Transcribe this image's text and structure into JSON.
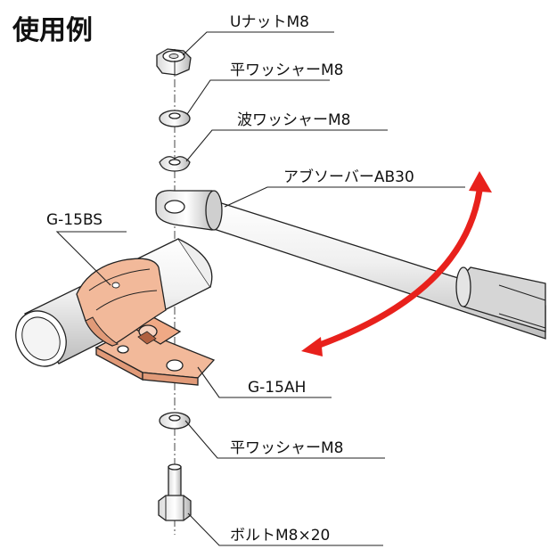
{
  "title": "使用例",
  "labels": {
    "u_nut": "UナットM8",
    "flat_washer_top": "平ワッシャーM8",
    "wave_washer": "波ワッシャーM8",
    "absorber": "アブソーバーAB30",
    "g15bs": "G-15BS",
    "g15ah": "G-15AH",
    "flat_washer_bottom": "平ワッシャーM8",
    "bolt": "ボルトM8×20"
  },
  "colors": {
    "copper": "#f2b99a",
    "copper_dark": "#e19a78",
    "arrow": "#e8211c",
    "line": "#222222"
  }
}
